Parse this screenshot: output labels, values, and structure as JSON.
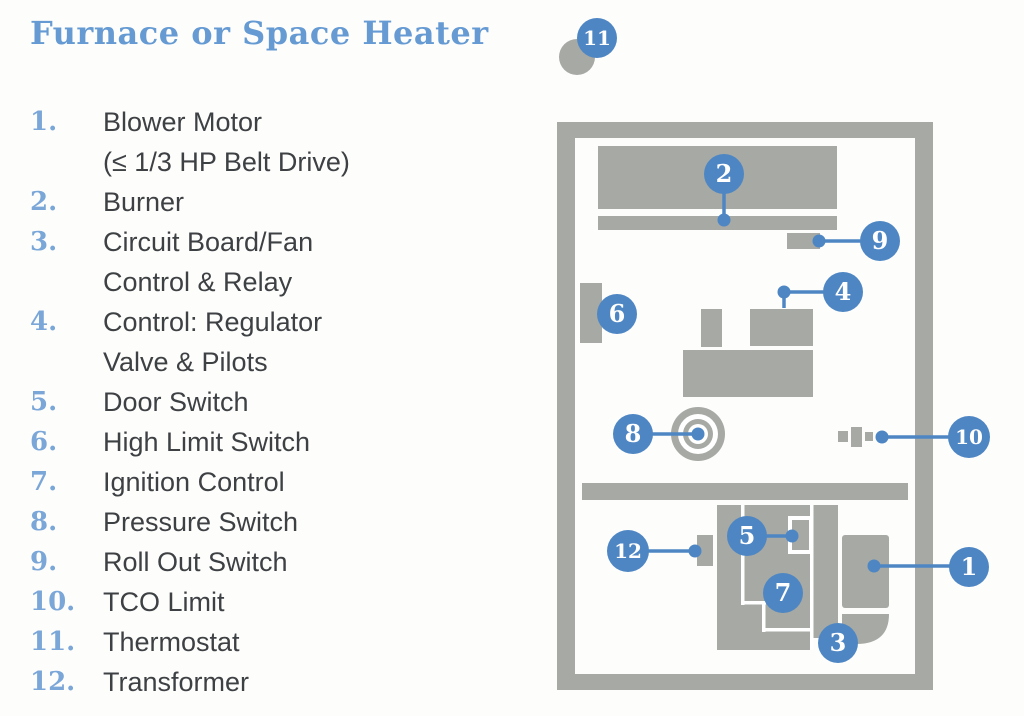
{
  "title": "Furnace or Space Heater",
  "colors": {
    "callout_blue": "#4e86c4",
    "list_number_blue": "#7aa6d8",
    "title_blue": "#659ad3",
    "component_gray": "#a6a9a4",
    "text_dark": "#3e4144"
  },
  "legend": {
    "items": [
      {
        "number": "1.",
        "line1": "Blower Motor",
        "line2": "(≤ 1/3 HP Belt Drive)"
      },
      {
        "number": "2.",
        "line1": "Burner"
      },
      {
        "number": "3.",
        "line1": "Circuit Board/Fan",
        "line2": "Control & Relay"
      },
      {
        "number": "4.",
        "line1": "Control: Regulator",
        "line2": "Valve & Pilots"
      },
      {
        "number": "5.",
        "line1": "Door Switch"
      },
      {
        "number": "6.",
        "line1": "High Limit Switch"
      },
      {
        "number": "7.",
        "line1": "Ignition Control"
      },
      {
        "number": "8.",
        "line1": "Pressure Switch"
      },
      {
        "number": "9.",
        "line1": "Roll Out Switch"
      },
      {
        "number": "10.",
        "line1": "TCO Limit"
      },
      {
        "number": "11.",
        "line1": "Thermostat"
      },
      {
        "number": "12.",
        "line1": "Transformer"
      }
    ]
  },
  "diagram": {
    "callouts": [
      {
        "label": "1"
      },
      {
        "label": "2"
      },
      {
        "label": "3"
      },
      {
        "label": "4"
      },
      {
        "label": "5"
      },
      {
        "label": "6"
      },
      {
        "label": "7"
      },
      {
        "label": "8"
      },
      {
        "label": "9"
      },
      {
        "label": "10"
      },
      {
        "label": "11"
      },
      {
        "label": "12"
      }
    ]
  }
}
